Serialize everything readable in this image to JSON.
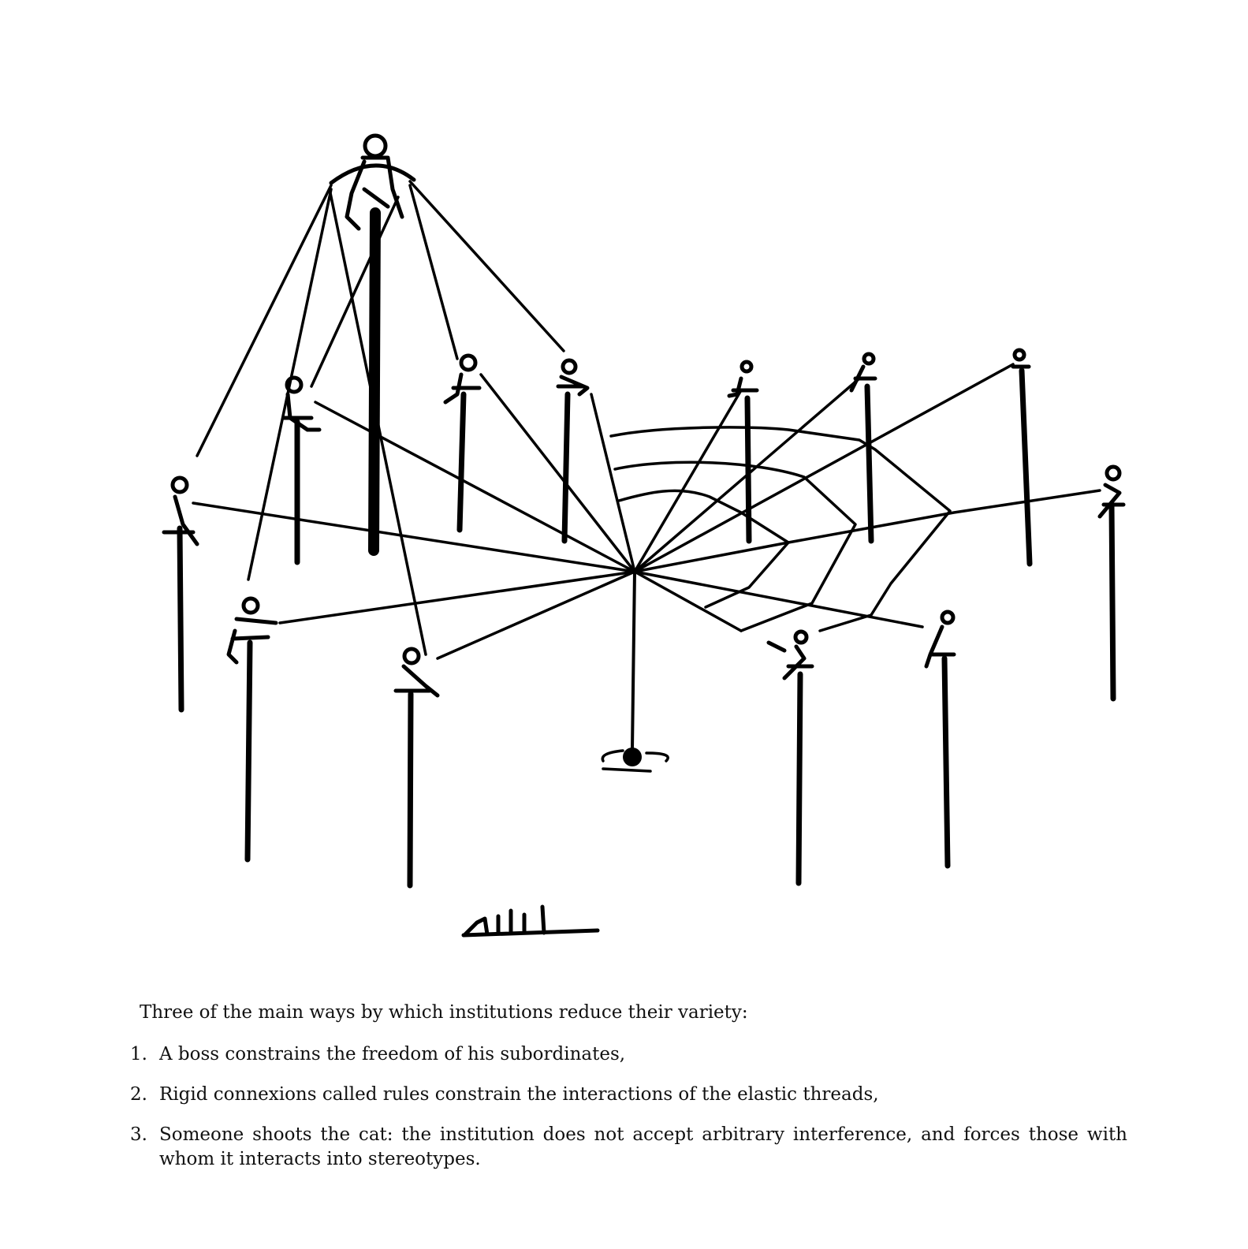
{
  "figure": {
    "subject": "boss-on-pole-with-subordinates-and-web",
    "ink_color": "#000000"
  },
  "caption": {
    "intro": "Three of the main ways by which institutions reduce their variety:",
    "items": [
      {
        "number": "1.",
        "text": "A boss constrains the freedom of his subordinates,"
      },
      {
        "number": "2.",
        "text": "Rigid connexions called rules constrain the interactions of the elastic threads,"
      },
      {
        "number": "3.",
        "text": "Someone shoots the cat:  the institution does not accept arbitrary interference, and forces those with whom it interacts into stereotypes."
      }
    ]
  }
}
